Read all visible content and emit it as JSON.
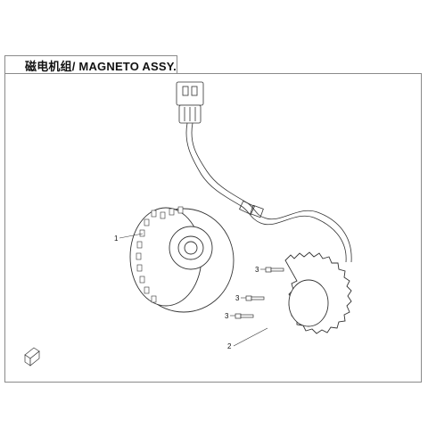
{
  "title": "磁电机组/ MAGNETO ASSY.",
  "callouts": [
    {
      "label": "1",
      "part": "flywheel-rotor"
    },
    {
      "label": "2",
      "part": "stator-coil"
    },
    {
      "label": "3",
      "part": "bolt"
    },
    {
      "label": "3",
      "part": "bolt"
    },
    {
      "label": "3",
      "part": "bolt"
    }
  ],
  "icons": [
    "reference-tag-icon"
  ]
}
